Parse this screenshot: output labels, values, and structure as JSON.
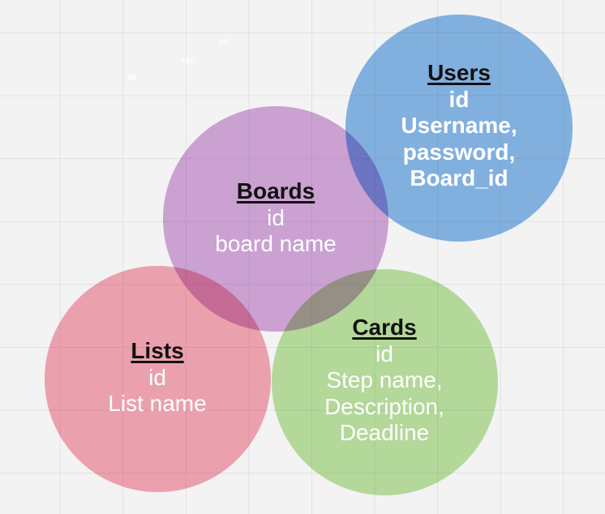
{
  "entities": {
    "users": {
      "title": "Users",
      "lines": [
        "id",
        "Username,",
        "password,",
        "Board_id"
      ],
      "color": "#87b9ea"
    },
    "boards": {
      "title": "Boards",
      "lines": [
        "id",
        "board name"
      ],
      "color": "#d5a9dd"
    },
    "lists": {
      "title": "Lists",
      "lines": [
        "id",
        "List name"
      ],
      "color": "#f6a9b6"
    },
    "cards": {
      "title": "Cards",
      "lines": [
        "id",
        "Step name,",
        "Description,",
        "Deadline"
      ],
      "color": "#bde3a2"
    }
  },
  "canvas_marks": {
    "ac": "AC",
    "abc": "ABC",
    "ab": "AB"
  }
}
